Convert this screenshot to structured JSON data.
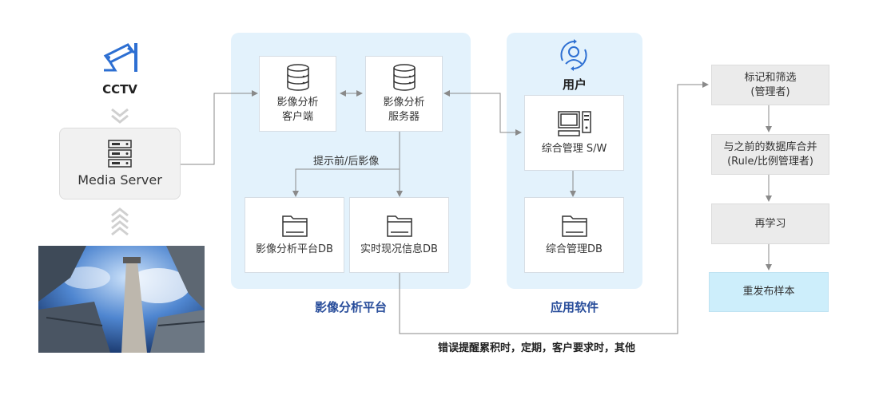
{
  "cctv": {
    "label": "CCTV"
  },
  "media_server": {
    "label": "Media Server"
  },
  "platform": {
    "title": "影像分析平台",
    "client": "影像分析\n客户端",
    "server": "影像分析\n服务器",
    "edge_label": "提示前/后影像",
    "db1": "影像分析平台DB",
    "db2": "实时现况信息DB"
  },
  "app": {
    "title": "应用软件",
    "user": "用户",
    "sw": "综合管理 S/W",
    "db": "综合管理DB"
  },
  "flow": {
    "step1": "标记和筛选\n(管理者)",
    "step2": "与之前的数据库合并\n(Rule/比例管理者)",
    "step3": "再学习",
    "step4": "重发布样本"
  },
  "bottom_label": "错误提醒累积时，定期，客户要求时，其他",
  "colors": {
    "panel": "#e3f2fc",
    "title": "#274c9a",
    "icon_blue": "#2d6fd2",
    "highlight": "#cdeefb"
  }
}
